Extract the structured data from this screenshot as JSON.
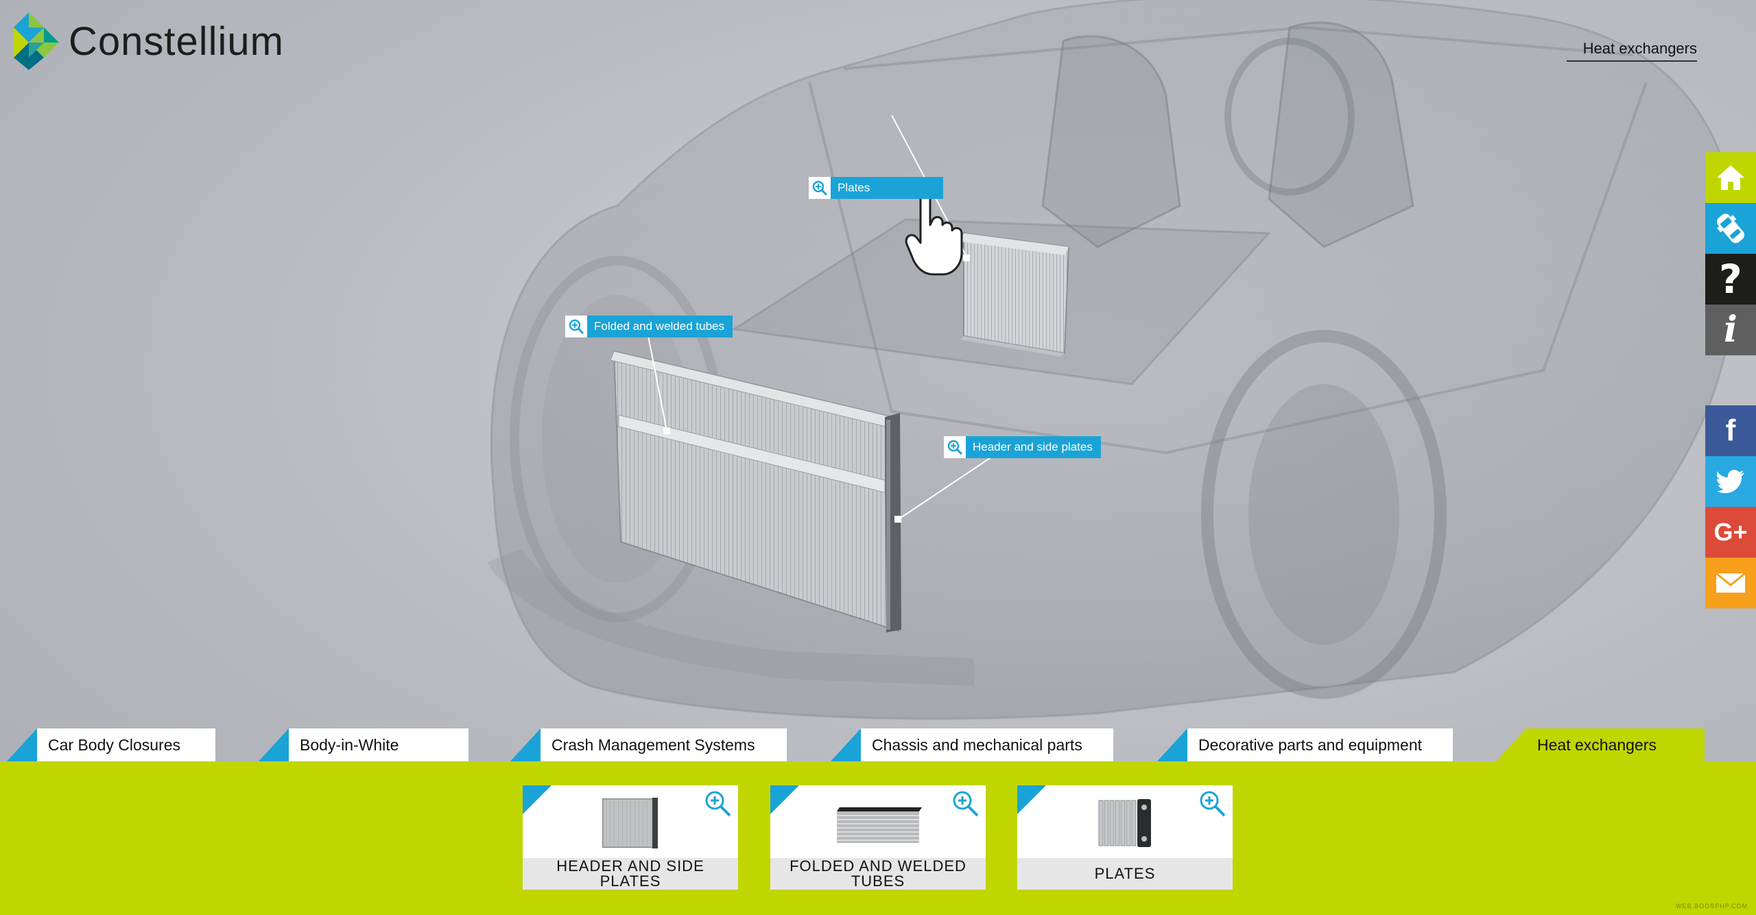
{
  "brand": {
    "name": "Constellium"
  },
  "breadcrumb": {
    "current": "Heat exchangers"
  },
  "callouts": {
    "plates": "Plates",
    "folded": "Folded and welded tubes",
    "header": "Header and side plates"
  },
  "toolbar": {
    "icons": [
      "home-icon",
      "car-icon",
      "help-icon",
      "info-icon"
    ],
    "social": [
      "facebook-icon",
      "twitter-icon",
      "google-plus-icon",
      "email-icon"
    ]
  },
  "tabs": [
    {
      "label": "Car Body Closures",
      "active": false
    },
    {
      "label": "Body-in-White",
      "active": false
    },
    {
      "label": "Crash Management Systems",
      "active": false
    },
    {
      "label": "Chassis and mechanical parts",
      "active": false
    },
    {
      "label": "Decorative parts and equipment",
      "active": false
    },
    {
      "label": "Heat exchangers",
      "active": true
    }
  ],
  "cards": [
    {
      "title": "HEADER AND SIDE PLATES"
    },
    {
      "title": "FOLDED AND WELDED TUBES"
    },
    {
      "title": "PLATES"
    }
  ],
  "footnote": "WEB.BOOSPHP.COM",
  "colors": {
    "accent_blue": "#1aa3d6",
    "accent_green": "#bfd600",
    "facebook": "#3b5998",
    "twitter": "#29a9e1",
    "google_plus": "#dc4a38",
    "email": "#f8a01c"
  }
}
